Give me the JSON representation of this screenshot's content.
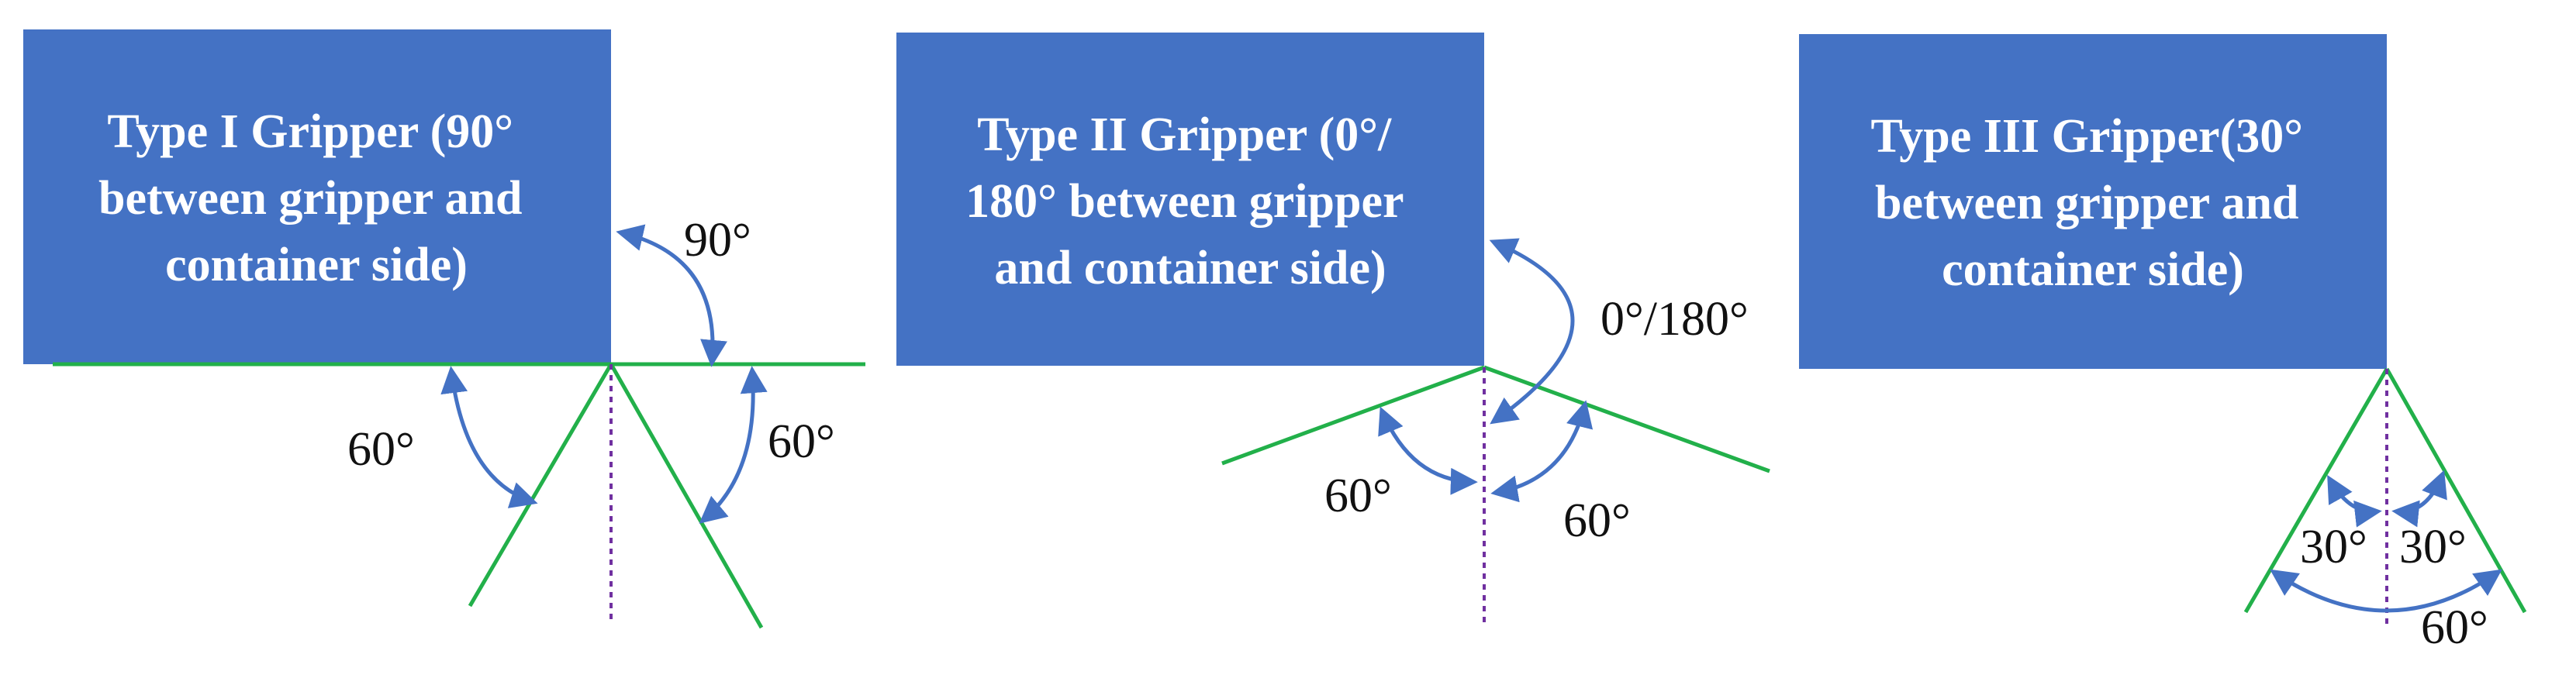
{
  "colors": {
    "box_fill": "#4472C4",
    "box_text": "#FFFFFF",
    "container_line": "#22B04A",
    "arrow": "#4472C4",
    "centerline": "#7030A0",
    "label_text": "#111111"
  },
  "panels": [
    {
      "id": "type-1",
      "box_lines": [
        "Type I Gripper (90°",
        "between gripper and",
        "container side)"
      ],
      "angle_labels": [
        "90°",
        "60°",
        "60°"
      ]
    },
    {
      "id": "type-2",
      "box_lines": [
        "Type II Gripper (0°/",
        "180° between gripper",
        "and container side)"
      ],
      "angle_labels": [
        "0°/180°",
        "60°",
        "60°"
      ]
    },
    {
      "id": "type-3",
      "box_lines": [
        "Type III Gripper(30°",
        "between gripper and",
        "container side)"
      ],
      "angle_labels": [
        "30°",
        "30°",
        "60°"
      ]
    }
  ]
}
